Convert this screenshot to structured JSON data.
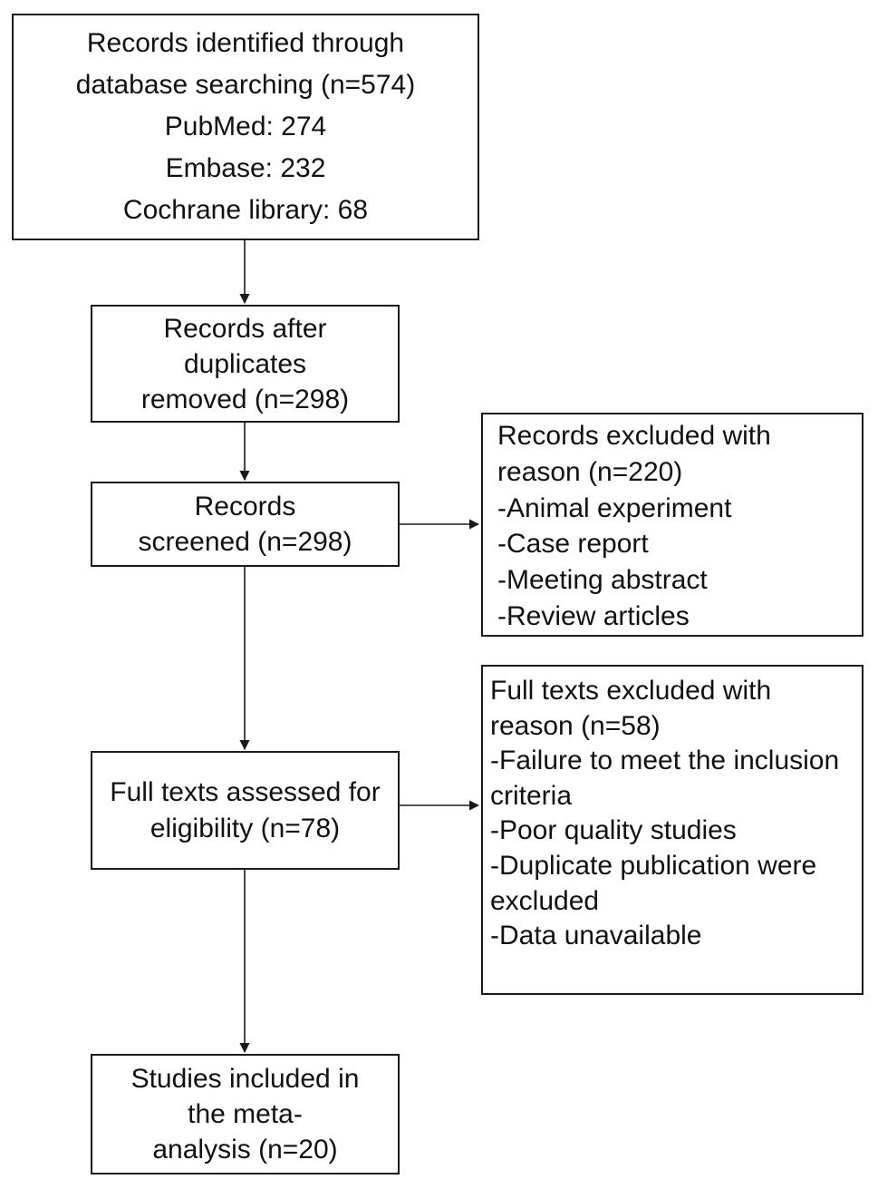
{
  "boxes": {
    "identified": {
      "lines": [
        "Records identified through",
        "database searching (n=574)",
        "PubMed: 274",
        "Embase: 232",
        "Cochrane library: 68"
      ]
    },
    "after_duplicates": {
      "lines": [
        "Records after",
        "duplicates",
        "removed (n=298)"
      ]
    },
    "screened": {
      "lines": [
        "Records",
        "screened (n=298)"
      ]
    },
    "full_texts": {
      "lines": [
        "Full texts assessed for",
        "eligibility (n=78)"
      ]
    },
    "included": {
      "lines": [
        "Studies included in",
        "the meta-",
        "analysis (n=20)"
      ]
    },
    "excluded_records": {
      "lines": [
        "Records excluded with",
        "reason (n=220)",
        "-Animal experiment",
        "-Case report",
        "-Meeting abstract",
        "-Review articles"
      ]
    },
    "excluded_full_texts": {
      "lines": [
        "Full texts excluded with",
        "reason (n=58)",
        "-Failure to meet the inclusion",
        "criteria",
        "-Poor quality studies",
        "-Duplicate publication were",
        "excluded",
        "-Data unavailable"
      ]
    }
  },
  "colors": {
    "stroke": "#1a1a1a",
    "text": "#111111",
    "background": "#ffffff"
  }
}
